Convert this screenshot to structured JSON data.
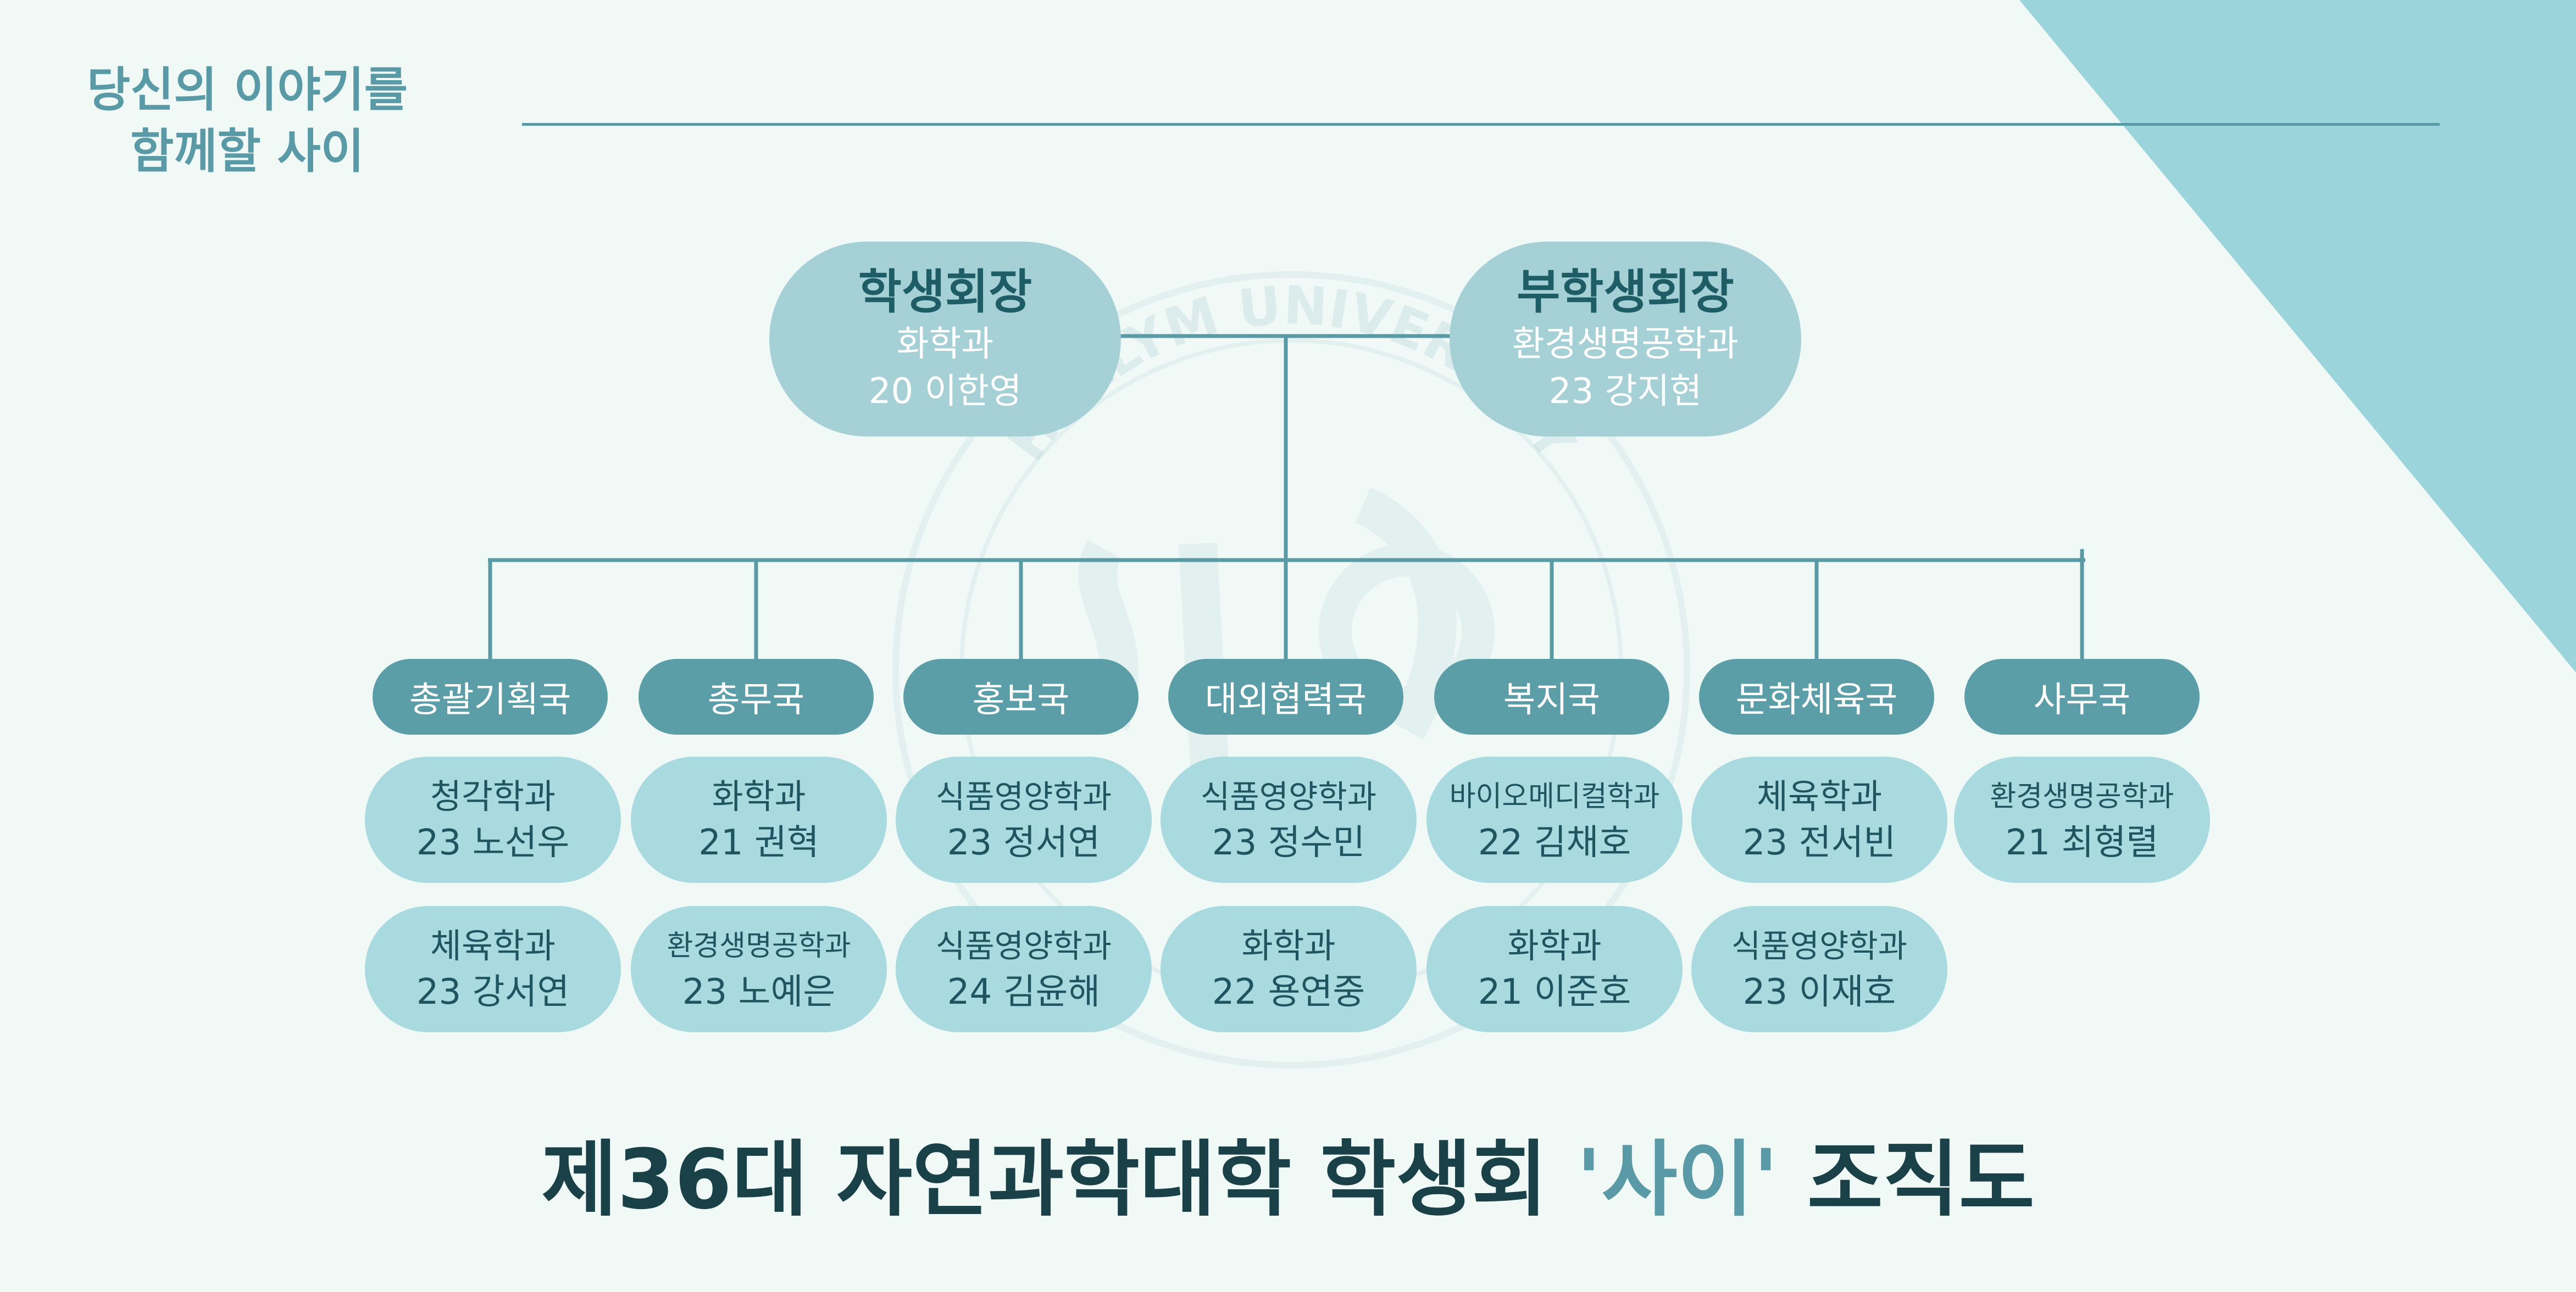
{
  "slogan": {
    "line1": "당신의 이야기를",
    "line2": "함께할 사이"
  },
  "watermark_text": "HALLYM UNIVERSITY",
  "leaders": [
    {
      "role": "학생회장",
      "dept": "화학과",
      "person": "20 이한영"
    },
    {
      "role": "부학생회장",
      "dept": "환경생명공학과",
      "person": "23 강지현"
    }
  ],
  "departments": [
    {
      "name": "총괄기획국",
      "members": [
        {
          "major": "청각학과",
          "person": "23 노선우"
        },
        {
          "major": "체육학과",
          "person": "23 강서연"
        }
      ]
    },
    {
      "name": "총무국",
      "members": [
        {
          "major": "화학과",
          "person": "21 권혁"
        },
        {
          "major": "환경생명공학과",
          "person": "23 노예은"
        }
      ]
    },
    {
      "name": "홍보국",
      "members": [
        {
          "major": "식품영양학과",
          "person": "23 정서연"
        },
        {
          "major": "식품영양학과",
          "person": "24 김윤해"
        }
      ]
    },
    {
      "name": "대외협력국",
      "members": [
        {
          "major": "식품영양학과",
          "person": "23 정수민"
        },
        {
          "major": "화학과",
          "person": "22 용연중"
        }
      ]
    },
    {
      "name": "복지국",
      "members": [
        {
          "major": "바이오메디컬학과",
          "person": "22 김채호"
        },
        {
          "major": "화학과",
          "person": "21 이준호"
        }
      ]
    },
    {
      "name": "문화체육국",
      "members": [
        {
          "major": "체육학과",
          "person": "23 전서빈"
        },
        {
          "major": "식품영양학과",
          "person": "23 이재호"
        }
      ]
    },
    {
      "name": "사무국",
      "members": [
        {
          "major": "환경생명공학과",
          "person": "21 최형렬"
        }
      ]
    }
  ],
  "title": {
    "before": "제36대 자연과학대학 학생회 ",
    "highlight": "'사이'",
    "after": " 조직도"
  },
  "colors": {
    "background": "#f1f9f7",
    "accent": "#5a9aa6",
    "corner": "#9cd4dc",
    "leader_fill": "#a4d0d6",
    "dept_fill": "#5c9ea8",
    "member_fill": "#a9dae0",
    "title_text": "#1a4148"
  }
}
